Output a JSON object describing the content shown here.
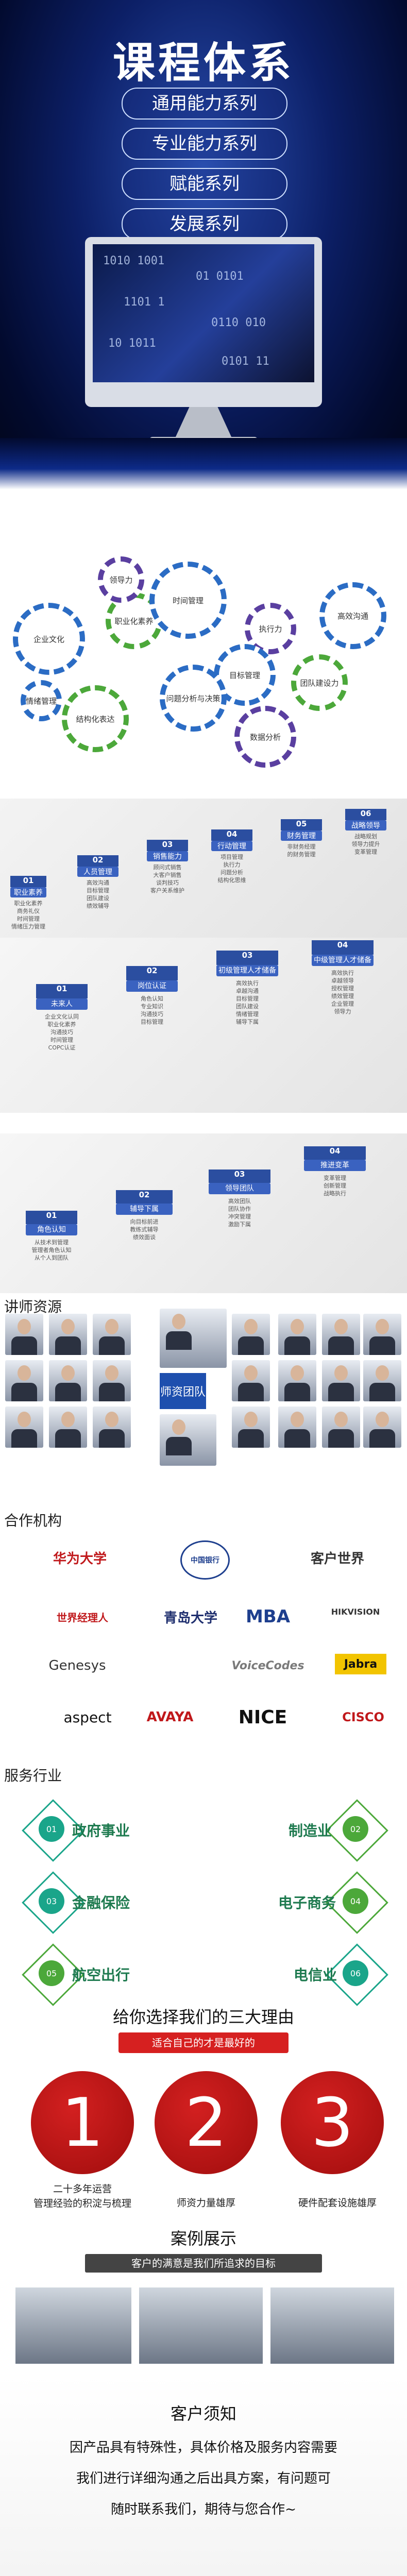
{
  "hero": {
    "title": "课程体系",
    "series": [
      "通用能力系列",
      "专业能力系列",
      "赋能系列",
      "发展系列"
    ],
    "screen_digits": [
      "1010 1001",
      "01 0101",
      "1101 1",
      "0110 010",
      "10 1011",
      "0101 11"
    ]
  },
  "gears": {
    "items": [
      "企业文化",
      "职业化素养",
      "时间管理",
      "执行力",
      "高效沟通",
      "目标管理",
      "团队建设力",
      "结构化表达",
      "问题分析与决策",
      "领导力",
      "数据分析",
      "情绪管理"
    ]
  },
  "stair1": {
    "steps": [
      {
        "num": "01",
        "tab": "职业素养",
        "desc": "职业化素养\n商务礼仪\n时间管理\n情绪压力管理"
      },
      {
        "num": "02",
        "tab": "人员管理",
        "desc": "高效沟通\n目标管理\n团队建设\n绩效辅导"
      },
      {
        "num": "03",
        "tab": "销售能力",
        "desc": "顾问式销售\n大客户销售\n谈判技巧\n客户关系维护"
      },
      {
        "num": "04",
        "tab": "行动管理",
        "desc": "项目管理\n执行力\n问题分析\n结构化思维"
      },
      {
        "num": "05",
        "tab": "财务管理",
        "desc": "非财务经理\n的财务管理"
      },
      {
        "num": "06",
        "tab": "战略领导",
        "desc": "战略规划\n领导力提升\n变革管理"
      }
    ]
  },
  "stair2": {
    "steps": [
      {
        "num": "01",
        "tab": "未来人",
        "desc": "企业文化认同\n职业化素养\n沟通技巧\n时间管理\nCOPC认证"
      },
      {
        "num": "02",
        "tab": "岗位认证",
        "desc": "角色认知\n专业知识\n沟通技巧\n目标管理"
      },
      {
        "num": "03",
        "tab": "初级管理人才储备",
        "desc": "高效执行\n卓越沟通\n目标管理\n团队建设\n情绪管理\n辅导下属"
      },
      {
        "num": "04",
        "tab": "中级管理人才储备",
        "desc": "高效执行\n卓越领导\n授权管理\n绩效管理\n企业管理\n领导力"
      }
    ]
  },
  "stair3": {
    "steps": [
      {
        "num": "01",
        "tab": "角色认知",
        "desc": "从技术到管理\n管理者角色认知\n从个人到团队"
      },
      {
        "num": "02",
        "tab": "辅导下属",
        "desc": "向目标前进\n教练式辅导\n绩效面谈"
      },
      {
        "num": "03",
        "tab": "领导团队",
        "desc": "高效团队\n团队协作\n冲突管理\n激励下属"
      },
      {
        "num": "04",
        "tab": "推进变革",
        "desc": "变革管理\n创新管理\n战略执行"
      }
    ]
  },
  "teachers": {
    "title": "讲师资源",
    "center_label": "师资团队"
  },
  "partners": {
    "title": "合作机构",
    "logos": [
      "华为大学",
      "中国银行",
      "客户世界",
      "世界经理人",
      "青岛大学",
      "MBA",
      "HIKVISION",
      "Genesys",
      "VoiceCodes",
      "Jabra",
      "aspect",
      "AVAYA",
      "NICE",
      "CISCO"
    ]
  },
  "services": {
    "title": "服务行业",
    "items": [
      {
        "num": "01",
        "name": "政府事业"
      },
      {
        "num": "02",
        "name": "制造业"
      },
      {
        "num": "03",
        "name": "金融保险"
      },
      {
        "num": "04",
        "name": "电子商务"
      },
      {
        "num": "05",
        "name": "航空出行"
      },
      {
        "num": "06",
        "name": "电信业"
      }
    ]
  },
  "reasons": {
    "title": "给你选择我们的三大理由",
    "subtitle": "适合自己的才是最好的",
    "items": [
      {
        "num": "1",
        "text": "二十多年运营\n管理经验的积淀与梳理"
      },
      {
        "num": "2",
        "text": "师资力量雄厚"
      },
      {
        "num": "3",
        "text": "硬件配套设施雄厚"
      }
    ]
  },
  "cases": {
    "title": "案例展示",
    "subtitle": "客户的满意是我们所追求的目标"
  },
  "notice": {
    "title": "客户须知",
    "line1": "因产品具有特殊性，具体价格及服务内容需要",
    "line2": "我们进行详细沟通之后出具方案，有问题可",
    "line3": "随时联系我们，期待与您合作~"
  },
  "colors": {
    "gear_blue": "#2b6cc4",
    "gear_green": "#4ca83a",
    "gear_purple": "#5a3fa0",
    "red": "#c0181b",
    "teal": "#1aa58a"
  }
}
